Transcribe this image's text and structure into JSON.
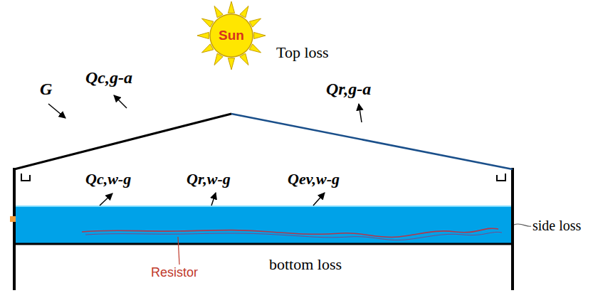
{
  "diagram": {
    "nodes": [
      {
        "text": [
          "Sun"
        ]
      }
    ],
    "labels": [
      "Top loss",
      "Qc,g-a",
      "G",
      "Qr,g-a",
      "Qc,w-g",
      "Qr,w-g",
      "Qev,w-g",
      "side loss",
      "bottom loss",
      "Resistor"
    ]
  }
}
